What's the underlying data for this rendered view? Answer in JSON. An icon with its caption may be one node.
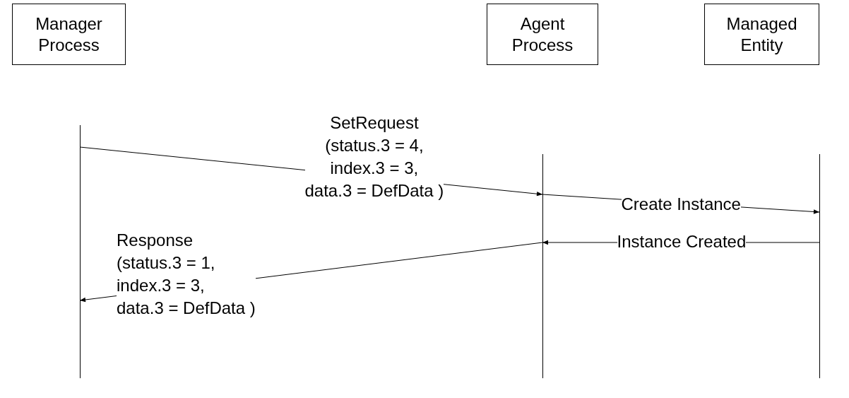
{
  "diagram": {
    "nodes": [
      {
        "text": [
          "Manager Process"
        ]
      },
      {
        "text": [
          "Agent Process"
        ]
      },
      {
        "text": [
          "Managed Entity"
        ]
      },
      {
        "text": [],
        "shape": "line"
      },
      {
        "text": [],
        "shape": "line"
      },
      {
        "text": [],
        "shape": "line"
      }
    ],
    "edges": [
      {
        "from": 3,
        "to": 4,
        "arrow": "to",
        "label": "SetRequest (status.3 = 4, index.3 = 3, data.3 = DefData )"
      },
      {
        "from": 4,
        "to": 5,
        "arrow": "to",
        "label": "Create Instance"
      },
      {
        "from": 5,
        "to": 4,
        "arrow": "to",
        "label": "Instance Created"
      },
      {
        "from": 4,
        "to": 3,
        "arrow": "to",
        "label": "Response (status.3 = 1, index.3 = 3, data.3 = DefData )"
      }
    ]
  }
}
